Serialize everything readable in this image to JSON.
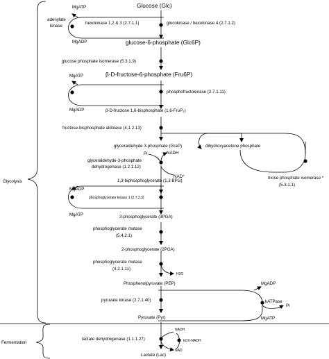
{
  "sections": {
    "glycolysis": "Glycolysis",
    "fermentation": "Fermentation"
  },
  "metabolites": {
    "glc": "Glucose (Glc)",
    "glc6p": "glucose-6-phosphate (Glc6P)",
    "fru6p": "β-D-fructose-6-phosphate (Fru6P)",
    "fru16bp": "β-D-fructose 1,6-bisphosphate (1,6-FruP₂)",
    "grap": "glyceraldehyde 3-phosphate (GraP)",
    "dhap": "dihydroxyacetone phosphate",
    "bpg": "1,3-biphosphoglycerate (1,3 BPG)",
    "pga3": "3-phosphoglycerate  (3PGA)",
    "pga2": "2-phosphoglycerate (2PGA)",
    "pep": "Phosphenolpyruvate (PEP)",
    "pyr": "Pyruvate (Pyr)",
    "lac": "Lactate (Lac)"
  },
  "enzymes": {
    "adenylate_kinase_1": "adenylate",
    "adenylate_kinase_2": "kinase",
    "hexokinase": "hexokinase 1,2 & 3 (2.7.1.1)",
    "glucokinase": "glucokinase / hexokinase 4 (2.7.1.2)",
    "gpi": "glucose phosphate isomerase (5.3.1.9)",
    "pfk": "phosphofructokinase (2.7.1.11)",
    "aldolase": "fructose-bisphosphate aldolase (4.1.2.13)",
    "gapdh_1": "glyceraldehyde-3-phosphate",
    "gapdh_2": "dehydrogenase (1.2.1.12)",
    "tpi_1": "triose phosphate isomerase *",
    "tpi_2": "(5.3.1.1)",
    "pgk": "phosphoglycerate kinase 1 (2.7.2.3)",
    "pgm_a1": "phosphoglycerate mutase",
    "pgm_a2": "(5.4.2.1)",
    "pgm_b1": "phosphoglycerate mutase",
    "pgm_b2": "(4.2.1.11)",
    "pk": "pyruvate kinase (2.7.1.40)",
    "katpase": "kATPase",
    "ldh": "lactate dehydrogenase (1.1.1.27)"
  },
  "cofactors": {
    "mgatp": "MgATP",
    "mgadp": "MgADP",
    "pi": "Pi",
    "nadh": "NADH",
    "nad": "NAD",
    "nad_plus": "NAD⁺",
    "h2o": "H2O",
    "kox_nadh": "kOX-NADH"
  }
}
